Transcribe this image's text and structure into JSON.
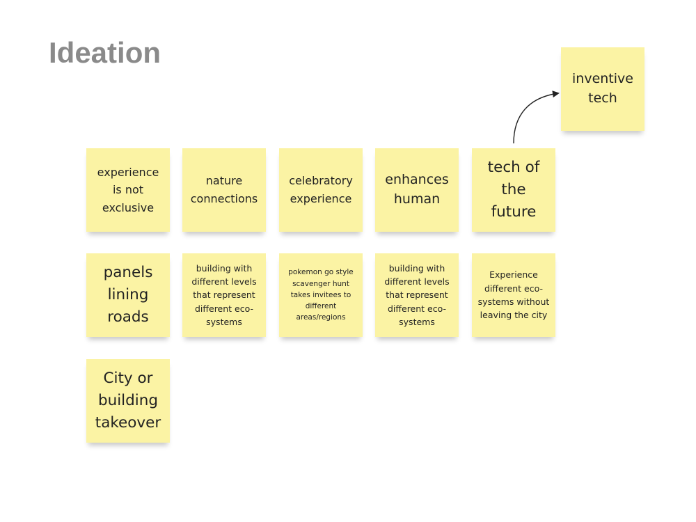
{
  "title": "Ideation",
  "notes": {
    "inventive_tech": "inventive tech",
    "experience_not_exclusive": "experience is not exclusive",
    "nature_connections": "nature connections",
    "celebratory_experience": "celebratory experience",
    "enhances_human": "enhances human",
    "tech_of_future": "tech of the future",
    "panels_lining_roads": "panels lining roads",
    "building_levels_1": "building with different levels that represent different eco-systems",
    "pokemon_go": "pokemon go style scavenger hunt takes invitees to different areas/regions",
    "building_levels_2": "building with different levels that represent different eco-systems",
    "experience_eco_systems": "Experience different eco-systems without leaving the city",
    "city_takeover": "City or building takeover"
  },
  "colors": {
    "note": "#fbf3a4",
    "title": "#8a8a8a",
    "text": "#222222"
  },
  "connectors": [
    {
      "from": "tech of the future",
      "to": "inventive tech"
    }
  ]
}
